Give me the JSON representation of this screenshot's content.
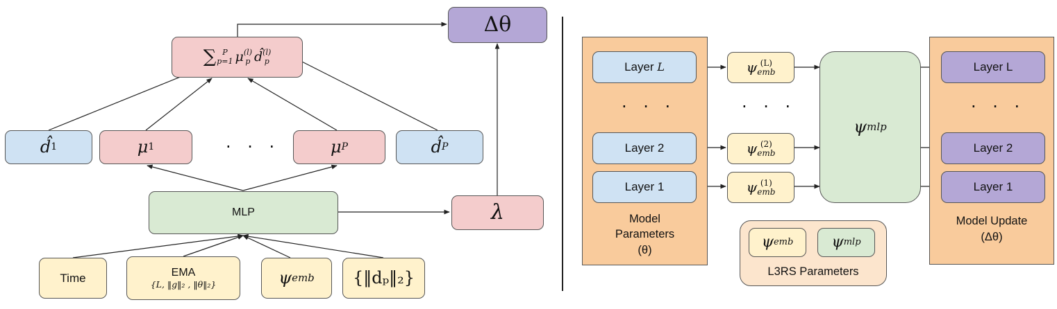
{
  "left_panel": {
    "delta_theta": "Δθ",
    "sum_formula": {
      "sigma": "∑",
      "top": "P",
      "bottom": "p=1",
      "mu": "μ",
      "mu_sup": "(l)",
      "mu_sub": "p",
      "d": "d̂",
      "d_sup": "(l)",
      "d_sub": "p"
    },
    "d1": {
      "base": "d̂",
      "sub": "1"
    },
    "mu1": {
      "base": "μ",
      "sub": "1"
    },
    "ellipsis": "· · ·",
    "muP": {
      "base": "μ",
      "sub": "P"
    },
    "dP": {
      "base": "d̂",
      "sub": "P"
    },
    "mlp": "MLP",
    "lambda": "λ",
    "inputs": {
      "time": "Time",
      "ema_title": "EMA",
      "ema_formula": "{L, ‖g‖₂ , ‖θ‖₂}",
      "psi_base": "ψ",
      "psi_sub": "emb",
      "norm_formula": "{‖dₚ‖₂}"
    }
  },
  "right_panel": {
    "model_params_label": "Model\nParameters\n(θ)",
    "layers_in": [
      "Layer L",
      "Layer 2",
      "Layer 1"
    ],
    "layer_L_italic": "L",
    "layer_L_prefix": "Layer ",
    "ellipsis": "· · ·",
    "embeddings": [
      {
        "base": "ψ",
        "sup": "(L)",
        "sub": "emb"
      },
      {
        "base": "ψ",
        "sup": "(2)",
        "sub": "emb"
      },
      {
        "base": "ψ",
        "sup": "(1)",
        "sub": "emb"
      }
    ],
    "mlp": {
      "base": "ψ",
      "sub": "mlp"
    },
    "layers_out": [
      "Layer L",
      "Layer 2",
      "Layer 1"
    ],
    "model_update_label": "Model Update\n(Δθ)",
    "l3rs": {
      "emb": {
        "base": "ψ",
        "sub": "emb"
      },
      "mlp": {
        "base": "ψ",
        "sub": "mlp"
      },
      "label": "L3RS Parameters"
    }
  },
  "colors": {
    "blue": "#cfe2f3",
    "pink": "#f4cccc",
    "green": "#d9ead3",
    "yellow": "#fff2cc",
    "purple": "#b4a7d6",
    "orange": "#f9cb9c",
    "peach": "#fce5cd"
  }
}
